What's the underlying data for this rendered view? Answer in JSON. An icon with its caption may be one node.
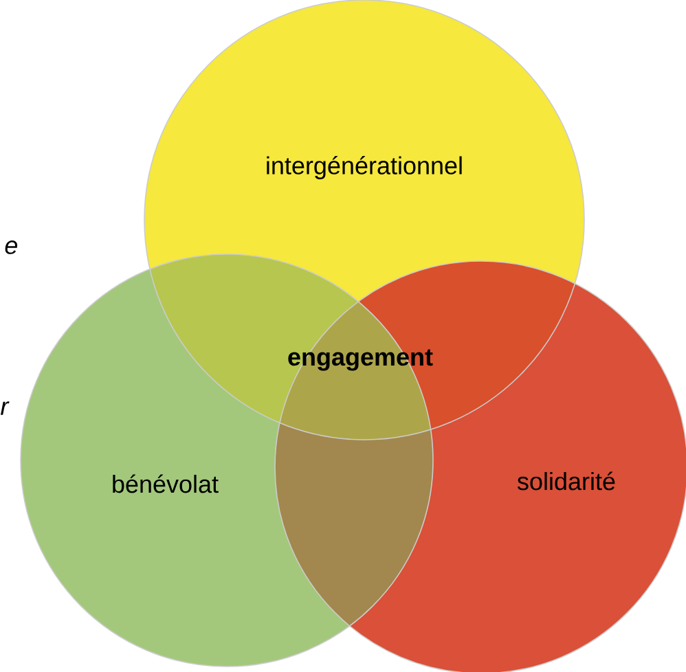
{
  "diagram": {
    "nodes": [
      {
        "text": [
          "intergénérationnel"
        ]
      },
      {
        "text": [
          "bénévolat"
        ]
      },
      {
        "text": [
          "solidarité"
        ]
      }
    ],
    "labels": [
      "engagement",
      "e",
      "r"
    ]
  }
}
